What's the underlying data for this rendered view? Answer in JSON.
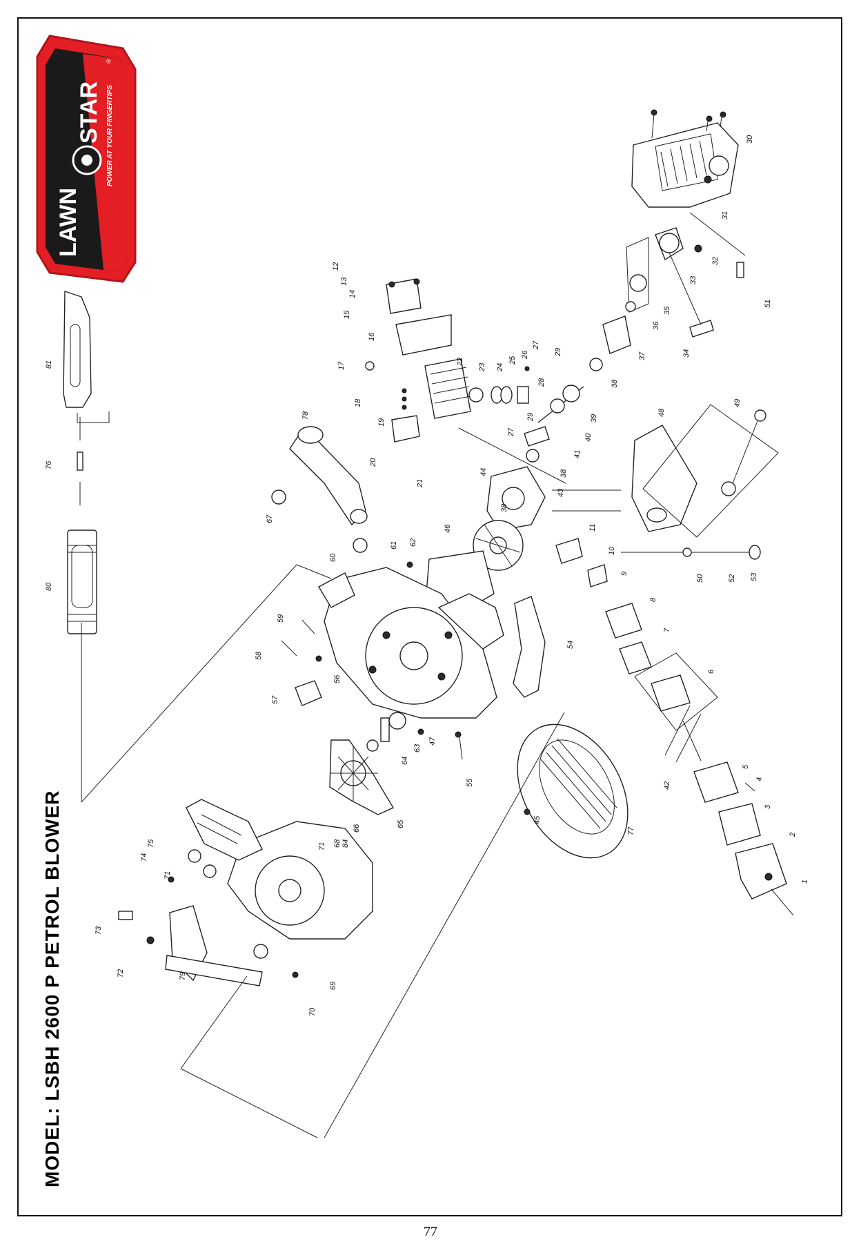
{
  "document": {
    "title": "MODEL: LSBH 2600 P PETROL BLOWER",
    "page_number": "77"
  },
  "logo": {
    "brand_word_1": "LAWN",
    "brand_word_2": "STAR",
    "tagline": "POWER AT YOUR FINGERTIPS",
    "trademark": "®",
    "colors": {
      "red": "#e31e24",
      "black": "#1a1a1a",
      "white": "#ffffff"
    }
  },
  "callouts": [
    {
      "id": "1",
      "label": "1"
    },
    {
      "id": "2",
      "label": "2"
    },
    {
      "id": "3",
      "label": "3"
    },
    {
      "id": "4",
      "label": "4"
    },
    {
      "id": "5",
      "label": "5"
    },
    {
      "id": "6",
      "label": "6"
    },
    {
      "id": "7",
      "label": "7"
    },
    {
      "id": "8",
      "label": "8"
    },
    {
      "id": "9",
      "label": "9"
    },
    {
      "id": "10",
      "label": "10"
    },
    {
      "id": "11",
      "label": "11"
    },
    {
      "id": "12",
      "label": "12"
    },
    {
      "id": "13",
      "label": "13"
    },
    {
      "id": "14",
      "label": "14"
    },
    {
      "id": "15",
      "label": "15"
    },
    {
      "id": "16",
      "label": "16"
    },
    {
      "id": "17",
      "label": "17"
    },
    {
      "id": "18",
      "label": "18"
    },
    {
      "id": "19",
      "label": "19"
    },
    {
      "id": "20",
      "label": "20"
    },
    {
      "id": "21",
      "label": "21"
    },
    {
      "id": "22",
      "label": "22"
    },
    {
      "id": "23",
      "label": "23"
    },
    {
      "id": "24",
      "label": "24"
    },
    {
      "id": "25",
      "label": "25"
    },
    {
      "id": "26",
      "label": "26"
    },
    {
      "id": "27a",
      "label": "27"
    },
    {
      "id": "27b",
      "label": "27"
    },
    {
      "id": "28",
      "label": "28"
    },
    {
      "id": "29a",
      "label": "29"
    },
    {
      "id": "29b",
      "label": "29"
    },
    {
      "id": "30",
      "label": "30"
    },
    {
      "id": "31",
      "label": "31"
    },
    {
      "id": "32",
      "label": "32"
    },
    {
      "id": "33",
      "label": "33"
    },
    {
      "id": "34",
      "label": "34"
    },
    {
      "id": "35",
      "label": "35"
    },
    {
      "id": "36",
      "label": "36"
    },
    {
      "id": "37",
      "label": "37"
    },
    {
      "id": "38a",
      "label": "38"
    },
    {
      "id": "38b",
      "label": "38"
    },
    {
      "id": "38c",
      "label": "38"
    },
    {
      "id": "39",
      "label": "39"
    },
    {
      "id": "40",
      "label": "40"
    },
    {
      "id": "41",
      "label": "41"
    },
    {
      "id": "42",
      "label": "42"
    },
    {
      "id": "43",
      "label": "43"
    },
    {
      "id": "44",
      "label": "44"
    },
    {
      "id": "45",
      "label": "45"
    },
    {
      "id": "46",
      "label": "46"
    },
    {
      "id": "47",
      "label": "47"
    },
    {
      "id": "48",
      "label": "48"
    },
    {
      "id": "49",
      "label": "49"
    },
    {
      "id": "50",
      "label": "50"
    },
    {
      "id": "51",
      "label": "51"
    },
    {
      "id": "52",
      "label": "52"
    },
    {
      "id": "53",
      "label": "53"
    },
    {
      "id": "54",
      "label": "54"
    },
    {
      "id": "55",
      "label": "55"
    },
    {
      "id": "56",
      "label": "56"
    },
    {
      "id": "57",
      "label": "57"
    },
    {
      "id": "58",
      "label": "58"
    },
    {
      "id": "59",
      "label": "59"
    },
    {
      "id": "60",
      "label": "60"
    },
    {
      "id": "61",
      "label": "61"
    },
    {
      "id": "62",
      "label": "62"
    },
    {
      "id": "63",
      "label": "63"
    },
    {
      "id": "64",
      "label": "64"
    },
    {
      "id": "65",
      "label": "65"
    },
    {
      "id": "66",
      "label": "66"
    },
    {
      "id": "67",
      "label": "67"
    },
    {
      "id": "68",
      "label": "68"
    },
    {
      "id": "69",
      "label": "69"
    },
    {
      "id": "70",
      "label": "70"
    },
    {
      "id": "71a",
      "label": "71"
    },
    {
      "id": "71b",
      "label": "71"
    },
    {
      "id": "72",
      "label": "72"
    },
    {
      "id": "73",
      "label": "73"
    },
    {
      "id": "74",
      "label": "74"
    },
    {
      "id": "75",
      "label": "75"
    },
    {
      "id": "76",
      "label": "76"
    },
    {
      "id": "77",
      "label": "77"
    },
    {
      "id": "78",
      "label": "78"
    },
    {
      "id": "79",
      "label": "79"
    },
    {
      "id": "80",
      "label": "80"
    },
    {
      "id": "81",
      "label": "81"
    },
    {
      "id": "84",
      "label": "84"
    }
  ]
}
